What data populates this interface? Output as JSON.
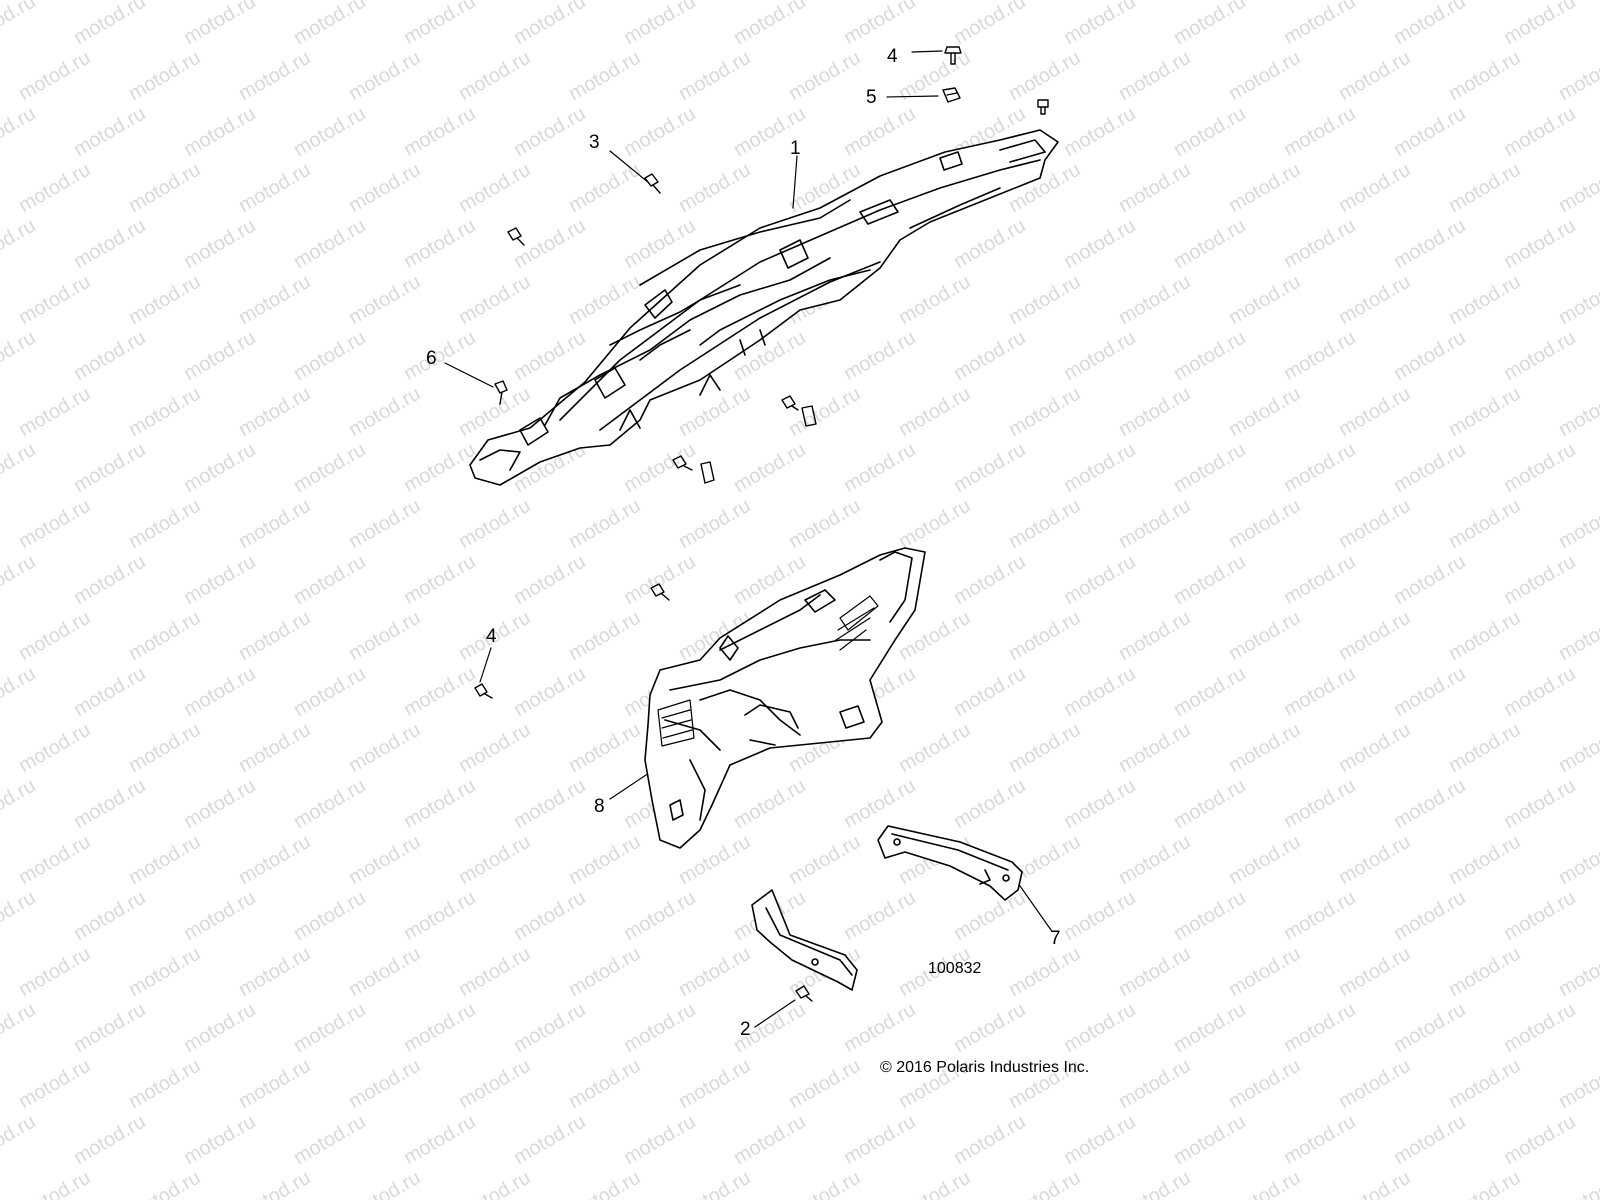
{
  "watermark": "motod.ru",
  "callouts": [
    {
      "id": "c1",
      "text": "1"
    },
    {
      "id": "c2",
      "text": "2"
    },
    {
      "id": "c3",
      "text": "3"
    },
    {
      "id": "c4a",
      "text": "4"
    },
    {
      "id": "c4b",
      "text": "4"
    },
    {
      "id": "c5",
      "text": "5"
    },
    {
      "id": "c6",
      "text": "6"
    },
    {
      "id": "c7",
      "text": "7"
    },
    {
      "id": "c8",
      "text": "8"
    }
  ],
  "drawing_number": "100832",
  "copyright": "© 2016 Polaris Industries Inc."
}
